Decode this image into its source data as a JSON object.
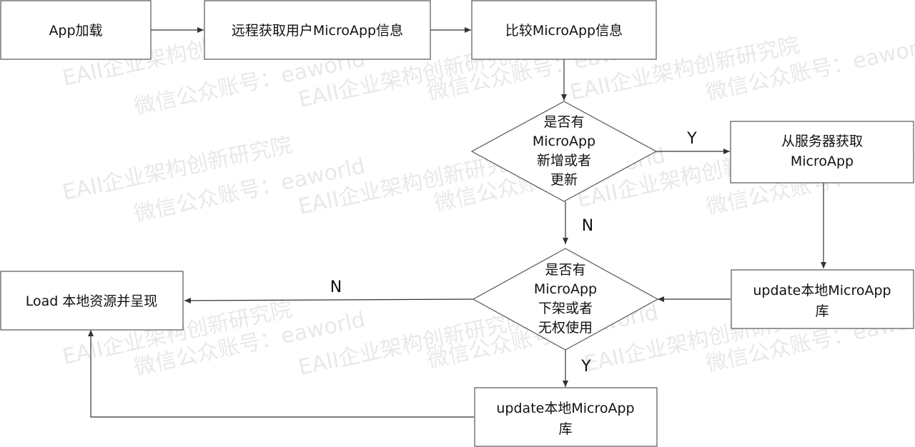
{
  "watermark": {
    "line1": "EAII企业架构创新研究院",
    "line2": "微信公众账号：eaworld"
  },
  "nodes": {
    "app_load": {
      "lines": [
        "App加载"
      ]
    },
    "fetch_remote": {
      "lines": [
        "远程获取用户MicroApp信息"
      ]
    },
    "compare": {
      "lines": [
        "比较MicroApp信息"
      ]
    },
    "decision_update": {
      "lines": [
        "是否有",
        "MicroApp",
        "新增或者",
        "更新"
      ]
    },
    "get_from_server": {
      "lines": [
        "从服务器获取",
        "MicroApp"
      ]
    },
    "update_lib_right": {
      "lines": [
        "update本地MicroApp",
        "库"
      ]
    },
    "decision_remove": {
      "lines": [
        "是否有",
        "MicroApp",
        "下架或者",
        "无权使用"
      ]
    },
    "load_local": {
      "lines": [
        "Load 本地资源并呈现"
      ]
    },
    "update_lib_bottom": {
      "lines": [
        "update本地MicroApp",
        "库"
      ]
    }
  },
  "edge_labels": {
    "yes_1": "Y",
    "no_1": "N",
    "no_2": "N",
    "yes_2": "Y"
  }
}
